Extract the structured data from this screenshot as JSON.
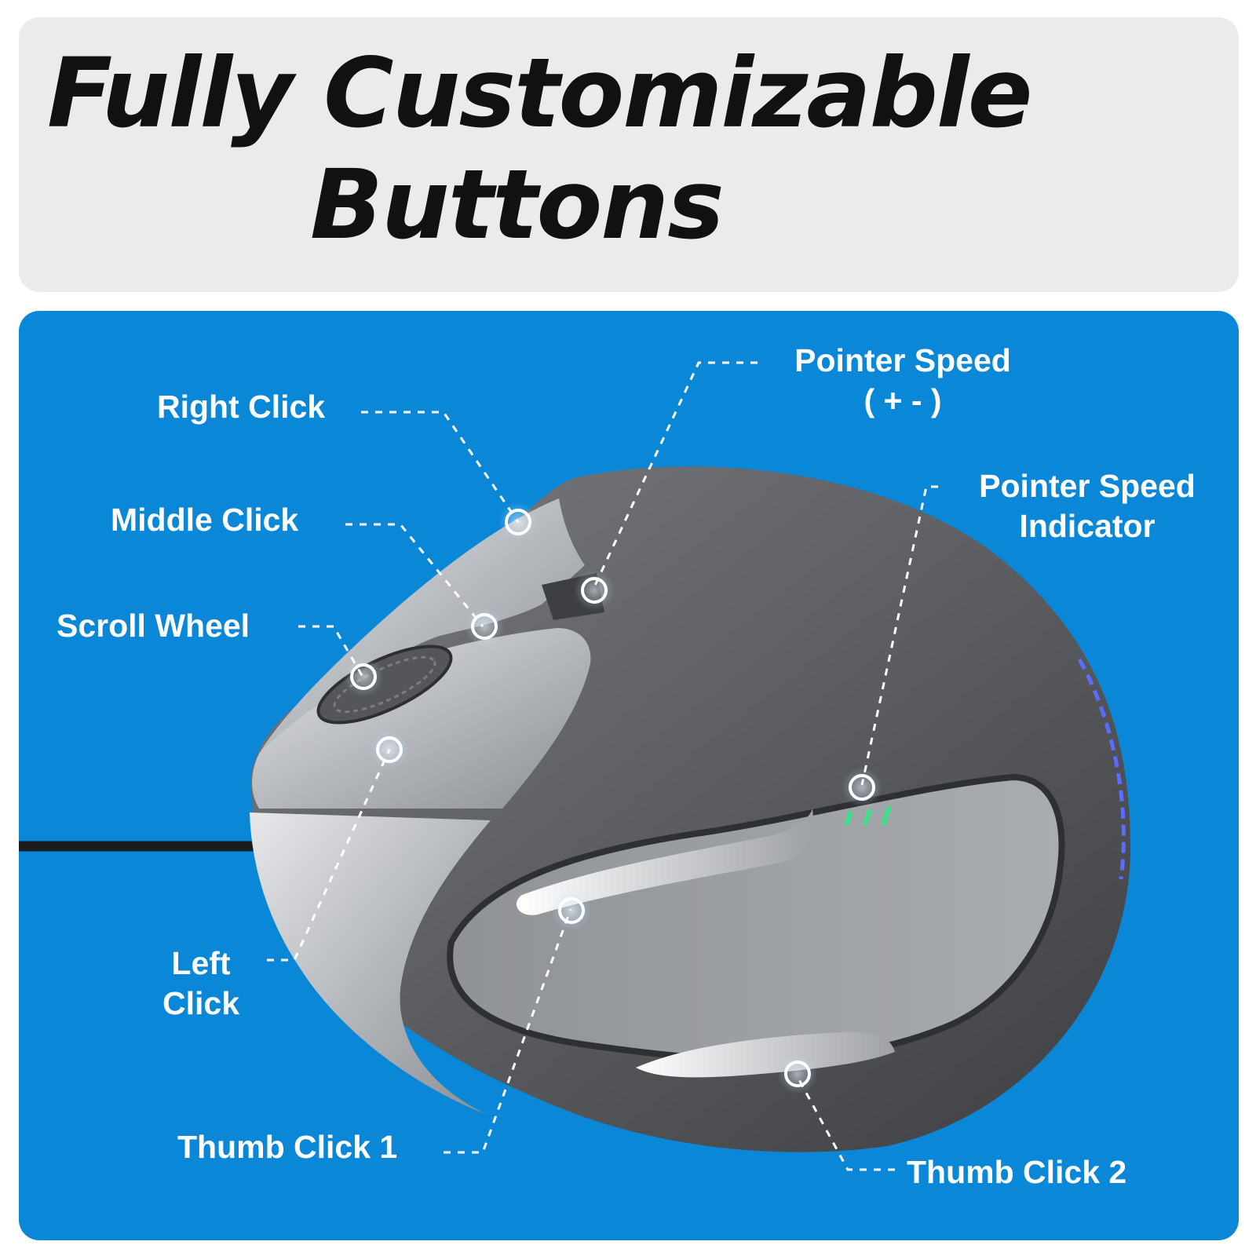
{
  "headline": {
    "line1": "Fully Customizable",
    "line2": "Buttons"
  },
  "callouts": {
    "right_click": "Right Click",
    "middle_click": "Middle Click",
    "scroll_wheel": "Scroll Wheel",
    "left_click_line1": "Left",
    "left_click_line2": "Click",
    "pointer_speed_line1": "Pointer Speed",
    "pointer_speed_line2": "( + - )",
    "pointer_speed_indicator_line1": "Pointer Speed",
    "pointer_speed_indicator_line2": "Indicator",
    "thumb_click_1": "Thumb Click 1",
    "thumb_click_2": "Thumb Click 2"
  },
  "colors": {
    "header_background": "#ebebeb",
    "panel_background": "#0a87d6",
    "headline_text": "#111111",
    "callout_text": "#ffffff",
    "mouse_body": "#5e5e62",
    "mouse_silver": "#b9bcc0",
    "indicator_led": "#3fe08a",
    "accent_led": "#5b6dff"
  }
}
